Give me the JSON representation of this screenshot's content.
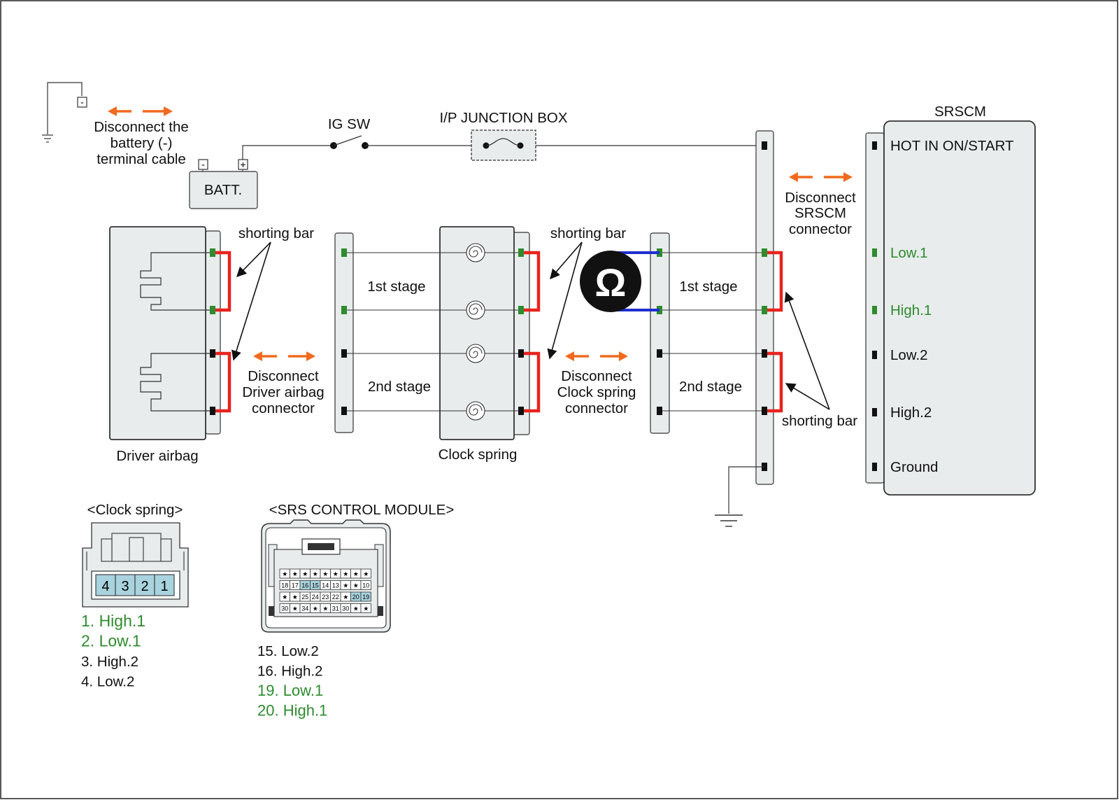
{
  "battery": {
    "note_line1": "Disconnect the",
    "note_line2": "battery (-)",
    "note_line3": "terminal cable",
    "label": "BATT.",
    "neg": "-",
    "pos": "+",
    "ground_neg": "-"
  },
  "ig_sw": "IG SW",
  "junction_box": "I/P JUNCTION BOX",
  "srscm": {
    "title": "SRSCM",
    "pins": [
      {
        "label": "HOT IN ON/START",
        "color": "#111111"
      },
      {
        "label": "Low.1",
        "color": "#2e8b2e"
      },
      {
        "label": "High.1",
        "color": "#2e8b2e"
      },
      {
        "label": "Low.2",
        "color": "#111111"
      },
      {
        "label": "High.2",
        "color": "#111111"
      },
      {
        "label": "Ground",
        "color": "#111111"
      }
    ],
    "disconnect_line1": "Disconnect",
    "disconnect_line2": "SRSCM",
    "disconnect_line3": "connector"
  },
  "driver_airbag": {
    "label": "Driver airbag",
    "disconnect_line1": "Disconnect",
    "disconnect_line2": "Driver airbag",
    "disconnect_line3": "connector"
  },
  "clock_spring": {
    "label": "Clock spring",
    "disconnect_line1": "Disconnect",
    "disconnect_line2": "Clock spring",
    "disconnect_line3": "connector"
  },
  "shorting_bar": "shorting bar",
  "stages": {
    "first": "1st stage",
    "second": "2nd stage"
  },
  "ohm_symbol": "Ω",
  "clock_spring_connector": {
    "title": "<Clock spring>",
    "cells": [
      "4",
      "3",
      "2",
      "1"
    ],
    "pins": [
      {
        "text": "1. High.1",
        "color": "#2e8b2e"
      },
      {
        "text": "2. Low.1",
        "color": "#2e8b2e"
      },
      {
        "text": "3. High.2",
        "color": "#111111"
      },
      {
        "text": "4. Low.2",
        "color": "#111111"
      }
    ]
  },
  "srs_module_connector": {
    "title": "<SRS CONTROL MODULE>",
    "rows": [
      [
        "★",
        "★",
        "★",
        "★",
        "★",
        "★",
        "★",
        "★",
        "★"
      ],
      [
        "18",
        "17",
        "16",
        "15",
        "14",
        "13",
        "★",
        "★",
        "10"
      ],
      [
        "★",
        "★",
        "25",
        "24",
        "23",
        "22",
        "★",
        "20",
        "19"
      ],
      [
        "30",
        "★",
        "34",
        "★",
        "★",
        "31",
        "30",
        "★",
        "★"
      ]
    ],
    "pins": [
      {
        "text": "15. Low.2",
        "color": "#111111"
      },
      {
        "text": "16. High.2",
        "color": "#111111"
      },
      {
        "text": "19. Low.1",
        "color": "#2e8b2e"
      },
      {
        "text": "20. High.1",
        "color": "#2e8b2e"
      }
    ]
  },
  "colors": {
    "connector_fill": "#e8ecec",
    "pin_green": "#2e8b2e",
    "pin_black": "#111111",
    "short_bar_red": "#e8231e",
    "meter_lead_blue": "#1f2fd0",
    "arrow_orange": "#f06a1e",
    "highlight_cell": "#a9d3de"
  }
}
